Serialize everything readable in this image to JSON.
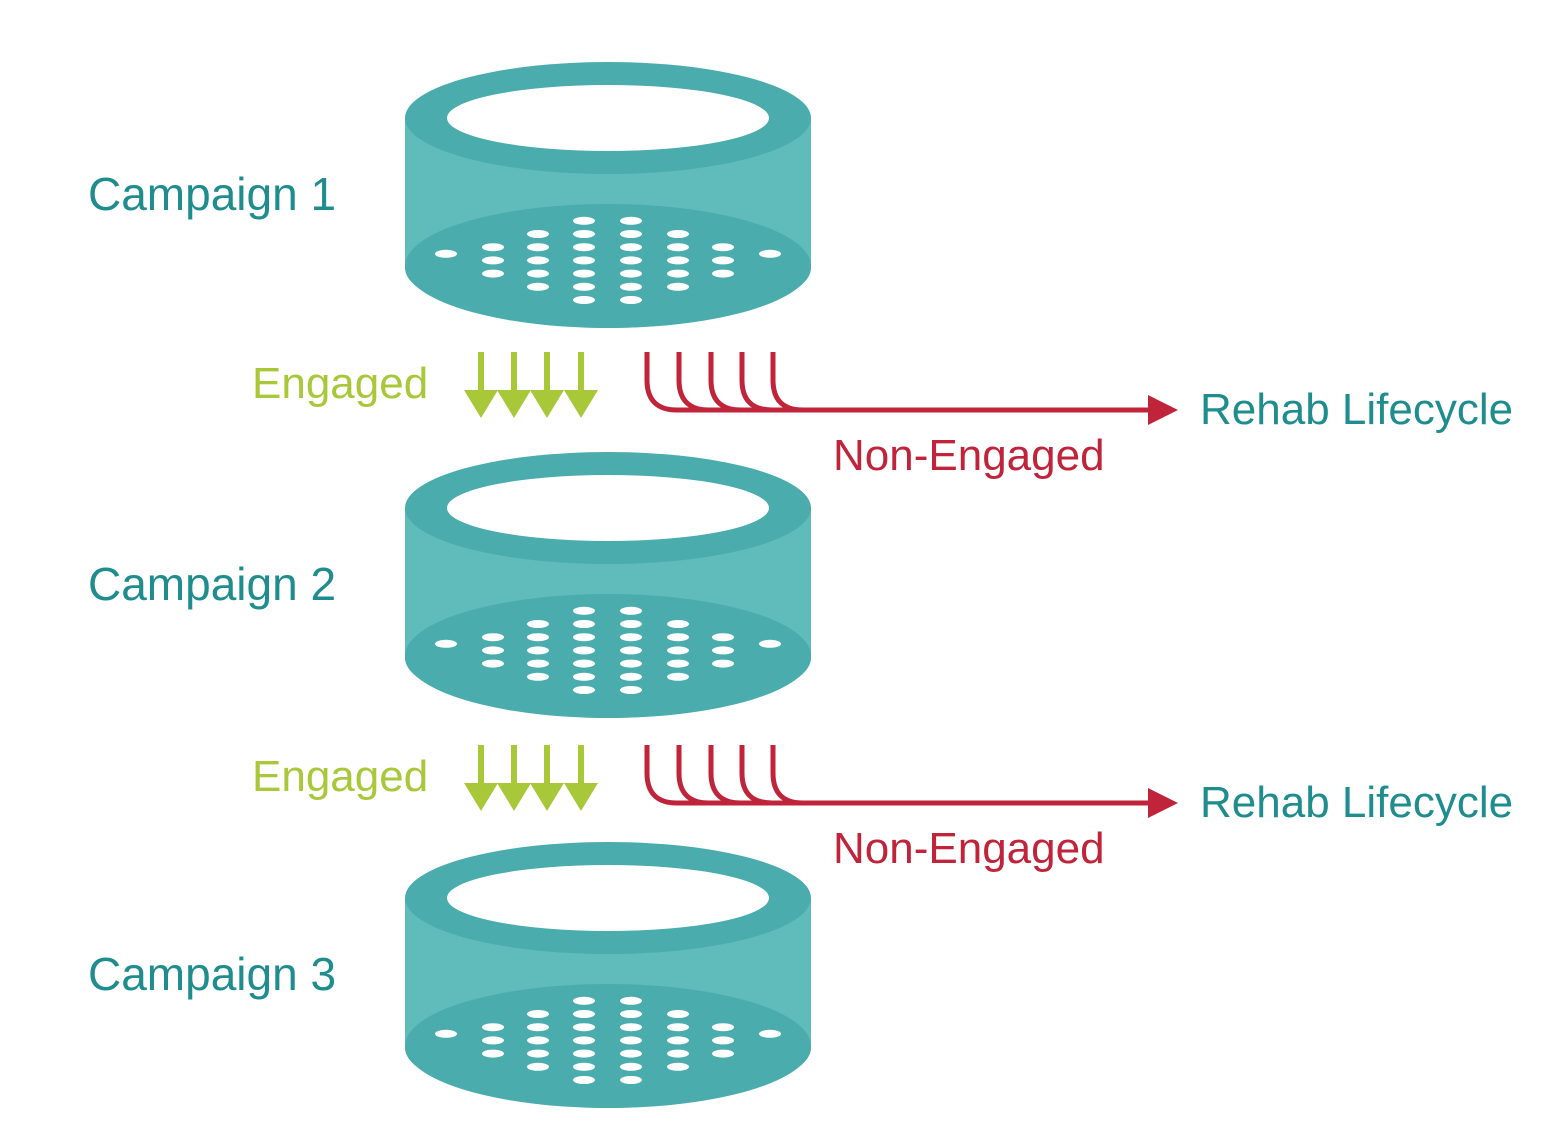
{
  "diagram": {
    "campaigns": [
      {
        "label": "Campaign 1"
      },
      {
        "label": "Campaign 2"
      },
      {
        "label": "Campaign 3"
      }
    ],
    "transitions": [
      {
        "engaged_label": "Engaged",
        "non_engaged_label": "Non-Engaged",
        "destination_label": "Rehab Lifecycle"
      },
      {
        "engaged_label": "Engaged",
        "non_engaged_label": "Non-Engaged",
        "destination_label": "Rehab Lifecycle"
      }
    ],
    "colors": {
      "sieve_dark": "#4aacad",
      "sieve_light": "#5fbcbb",
      "engaged": "#a8c83a",
      "non_engaged": "#c0243a",
      "campaign_text": "#1f8c8e"
    }
  }
}
